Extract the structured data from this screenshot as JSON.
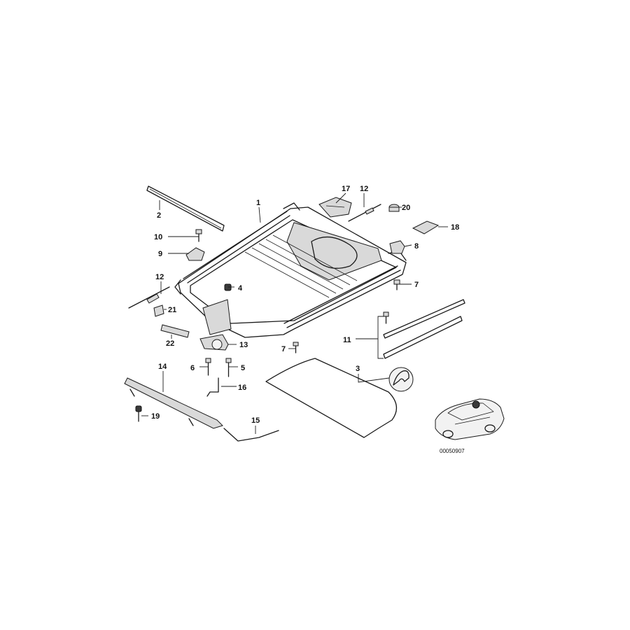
{
  "callouts": {
    "c1": "1",
    "c2": "2",
    "c3": "3",
    "c4": "4",
    "c5": "5",
    "c6": "6",
    "c7a": "7",
    "c7b": "7",
    "c8": "8",
    "c9": "9",
    "c10": "10",
    "c11": "11",
    "c12a": "12",
    "c12b": "12",
    "c13": "13",
    "c14": "14",
    "c15": "15",
    "c16": "16",
    "c17": "17",
    "c18": "18",
    "c19": "19",
    "c20": "20",
    "c21": "21",
    "c22": "22"
  },
  "reference_code": "00050907"
}
